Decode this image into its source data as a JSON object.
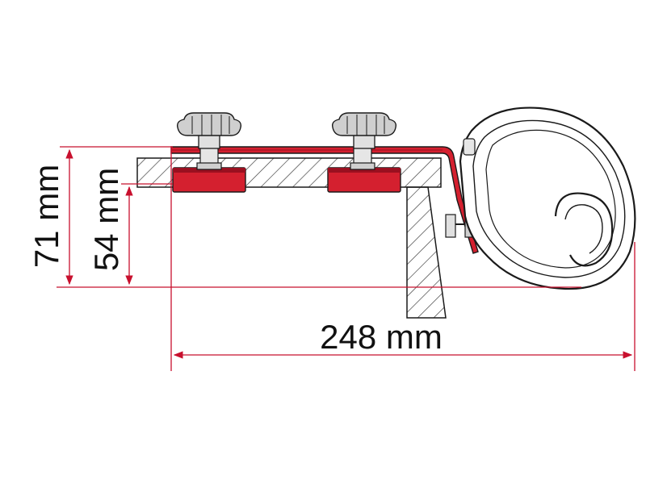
{
  "dimensions": {
    "height_total": "71 mm",
    "height_inner": "54 mm",
    "width_total": "248 mm"
  },
  "colors": {
    "dimension_line": "#c8102e",
    "bracket": "#d4202f",
    "bracket_dark": "#9a1020",
    "outline": "#1a1a1a",
    "knob": "#cfcfcf",
    "hatch": "#333333"
  },
  "icons": [
    "knob-icon",
    "bolt-icon",
    "awning-casing-icon"
  ]
}
